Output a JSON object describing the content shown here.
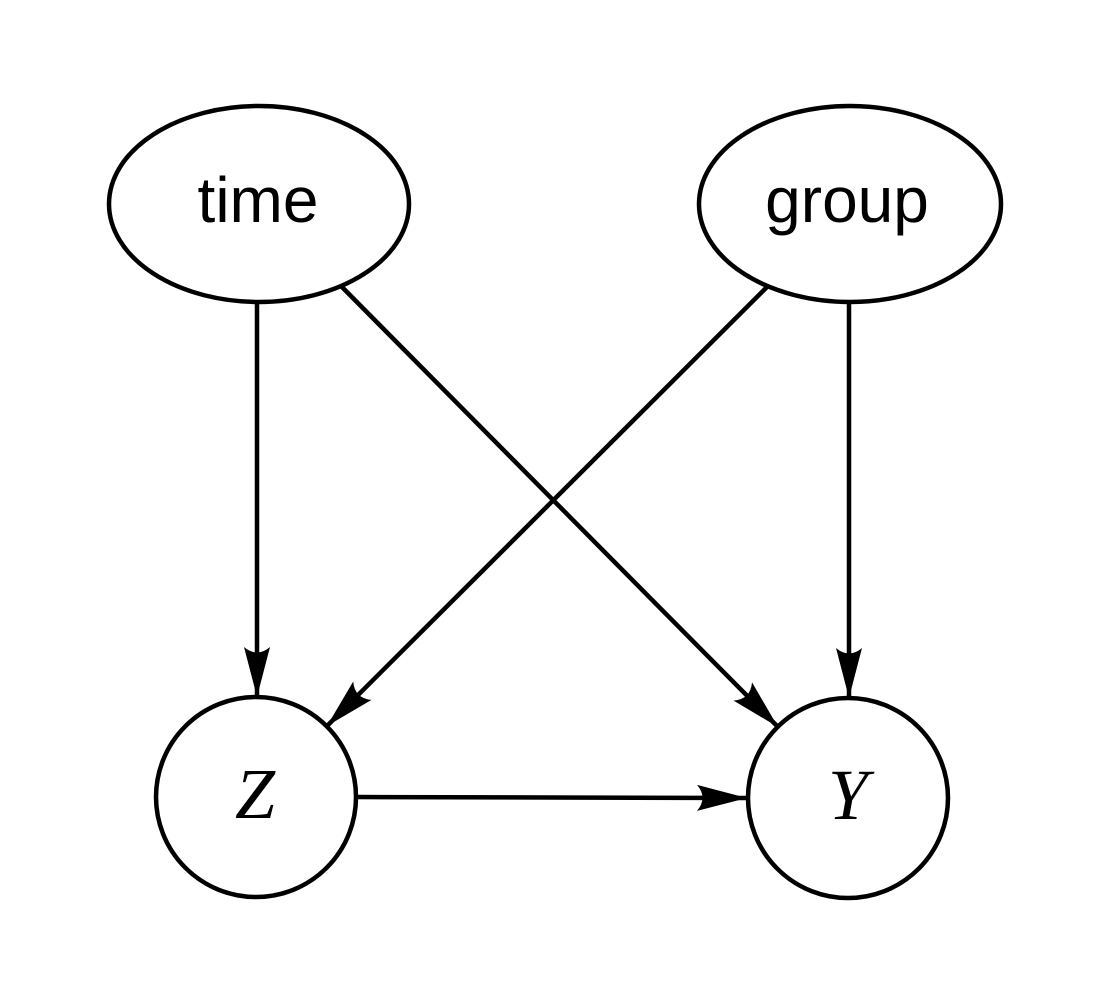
{
  "diagram": {
    "type": "causal-dag",
    "background_color": "#ffffff",
    "stroke_color": "#000000",
    "nodes": [
      {
        "id": "time",
        "label": "time",
        "shape": "ellipse",
        "position": "top-left"
      },
      {
        "id": "group",
        "label": "group",
        "shape": "ellipse",
        "position": "top-right"
      },
      {
        "id": "Z",
        "label": "Z",
        "shape": "circle",
        "position": "bottom-left"
      },
      {
        "id": "Y",
        "label": "Y",
        "shape": "circle",
        "position": "bottom-right"
      }
    ],
    "edges": [
      {
        "from": "time",
        "to": "Z",
        "style": "arrow"
      },
      {
        "from": "time",
        "to": "Y",
        "style": "arrow"
      },
      {
        "from": "group",
        "to": "Z",
        "style": "arrow"
      },
      {
        "from": "group",
        "to": "Y",
        "style": "arrow"
      },
      {
        "from": "Z",
        "to": "Y",
        "style": "arrow"
      }
    ]
  }
}
